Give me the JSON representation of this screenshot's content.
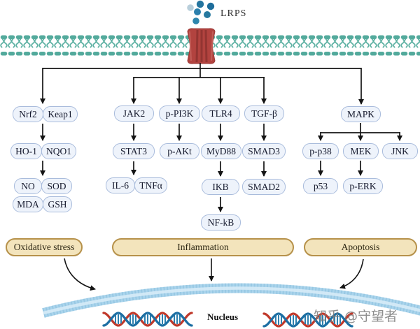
{
  "ligand": {
    "label": "LRPS"
  },
  "nodes": {
    "nrf2": "Nrf2",
    "keap1": "Keap1",
    "ho1": "HO-1",
    "nqo1": "NQO1",
    "no": "NO",
    "sod": "SOD",
    "mda": "MDA",
    "gsh": "GSH",
    "jak2": "JAK2",
    "stat3": "STAT3",
    "il6": "IL-6",
    "tnfa": "TNFα",
    "pi3k": "p-PI3K",
    "pakt": "p-AKt",
    "tlr4": "TLR4",
    "myd88": "MyD88",
    "ikb": "IKB",
    "nfkb": "NF-kB",
    "tgfb": "TGF-β",
    "smad3": "SMAD3",
    "smad2": "SMAD2",
    "mapk": "MAPK",
    "pp38": "p-p38",
    "mek": "MEK",
    "jnk": "JNK",
    "p53": "p53",
    "perk": "p-ERK"
  },
  "banners": {
    "oxidative": "Oxidative stress",
    "inflammation": "Inflammation",
    "apoptosis": "Apoptosis"
  },
  "nucleus": {
    "label": "Nucleus"
  },
  "watermark": {
    "text": "知乎 @守望者"
  },
  "edges": [
    "LRPS→membrane receptor",
    "receptor→Nrf2/Keap1",
    "receptor→JAK2",
    "receptor→p-PI3K",
    "receptor→TLR4",
    "receptor→TGF-β",
    "receptor→MAPK",
    "Nrf2/Keap1→HO-1/NQO1",
    "HO-1/NQO1→NO/SOD/MDA/GSH",
    "JAK2→STAT3",
    "STAT3→IL-6/TNFα",
    "p-PI3K→p-AKt",
    "TLR4→MyD88",
    "MyD88→IKB",
    "IKB→NF-kB",
    "TGF-β→SMAD3",
    "SMAD3→SMAD2",
    "MAPK→p-p38",
    "MAPK→MEK",
    "MAPK→JNK",
    "p-p38→p53",
    "MEK→p-ERK",
    "Oxidative stress→Nucleus",
    "Inflammation→Nucleus",
    "Apoptosis→Nucleus"
  ],
  "colors": {
    "membrane_teal": "#53aa9c",
    "receptor_red": "#b2433f",
    "node_fill": "#eef3fb",
    "node_border": "#a9bcdc",
    "banner_fill": "#f3e4bc",
    "banner_border": "#b6914a",
    "nucleus_membrane": "#aad4ec",
    "dna_red": "#c0392b",
    "dna_blue": "#1d6fa3",
    "arrow_black": "#141414"
  }
}
